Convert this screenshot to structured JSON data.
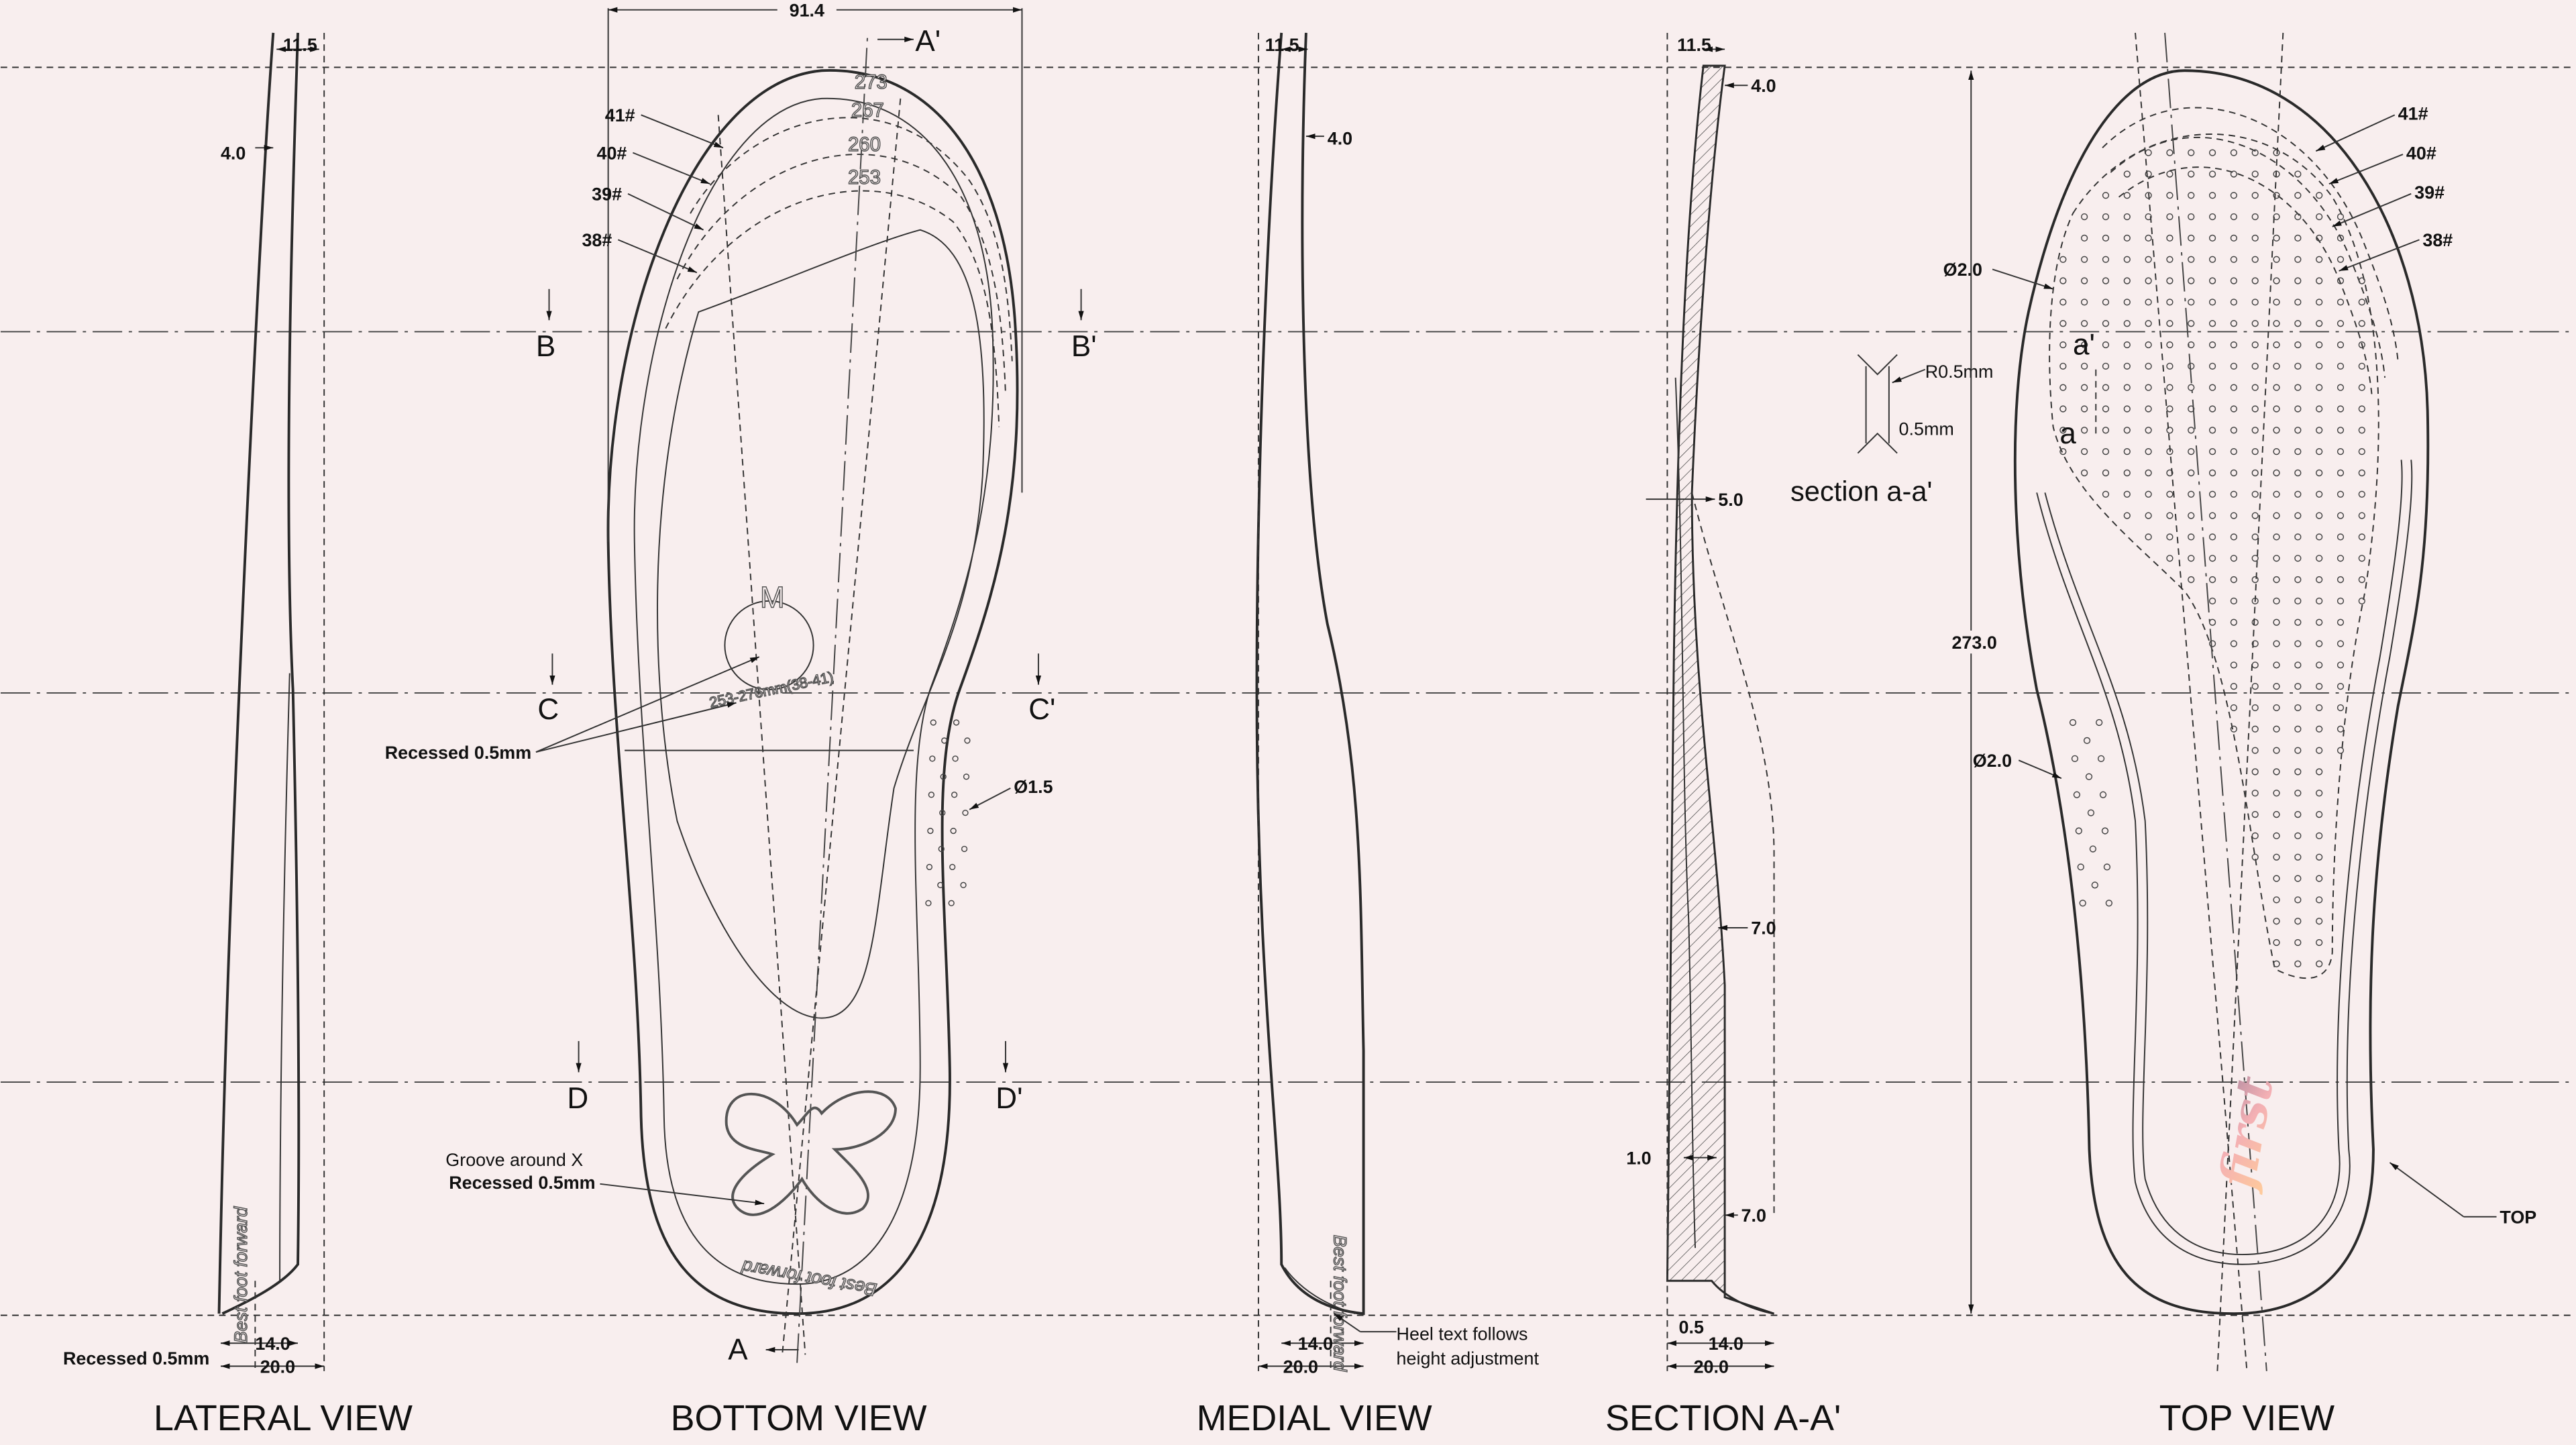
{
  "view_titles": {
    "lateral": "LATERAL VIEW",
    "bottom": "BOTTOM VIEW",
    "medial": "MEDIAL VIEW",
    "section": "SECTION A-A'",
    "top": "TOP VIEW"
  },
  "lateral": {
    "dim_top": "11.5",
    "dim_thickness": "4.0",
    "dim_heel_inner": "14.0",
    "dim_heel_outer": "20.0",
    "recessed_note": "Recessed 0.5mm",
    "heel_text": "Best foot forward"
  },
  "bottom": {
    "width_dim": "91.4",
    "section_a_prime": "A'",
    "section_a": "A",
    "size_lengths": [
      "273",
      "267",
      "260",
      "253"
    ],
    "size_marks": [
      "41#",
      "40#",
      "39#",
      "38#"
    ],
    "cut_labels": {
      "b": "B",
      "b_prime": "B'",
      "c": "C",
      "c_prime": "C'",
      "d": "D",
      "d_prime": "D'"
    },
    "medallion_letter": "M",
    "medallion_text": "253-276mm(38-41)",
    "recessed_note": "Recessed 0.5mm",
    "hole_diameter": "Ø1.5",
    "groove_note": "Groove around X",
    "groove_recessed": "Recessed 0.5mm",
    "heel_text": "Best foot forward"
  },
  "medial": {
    "dim_top": "11.5",
    "dim_thickness": "4.0",
    "dim_heel_inner": "14.0",
    "dim_heel_outer": "20.0",
    "heel_text": "Best foot forward",
    "heel_note_line1": "Heel text follows",
    "heel_note_line2": "height adjustment"
  },
  "section": {
    "dim_top": "11.5",
    "dim_toe": "4.0",
    "dim_forefoot": "5.0",
    "dim_arch": "7.0",
    "dim_heel_base": "1.0",
    "dim_heel": "7.0",
    "dim_edge": "0.5",
    "dim_heel_inner": "14.0",
    "dim_heel_outer": "20.0"
  },
  "top": {
    "size_marks": [
      "41#",
      "40#",
      "39#",
      "38#"
    ],
    "hole_diameter_forefoot": "Ø2.0",
    "hole_diameter_arch": "Ø2.0",
    "detail_a_prime": "a'",
    "detail_a": "a",
    "length_dim": "273.0",
    "top_label": "TOP",
    "logo_text": "first",
    "detail": {
      "radius": "R0.5mm",
      "depth": "0.5mm",
      "title": "section a-a'"
    }
  },
  "colors": {
    "background": "#f8eeee",
    "line": "#2a2a2a",
    "logo_start": "#ffcc99",
    "logo_mid": "#f4b0b4",
    "logo_end": "#b08aa0"
  }
}
